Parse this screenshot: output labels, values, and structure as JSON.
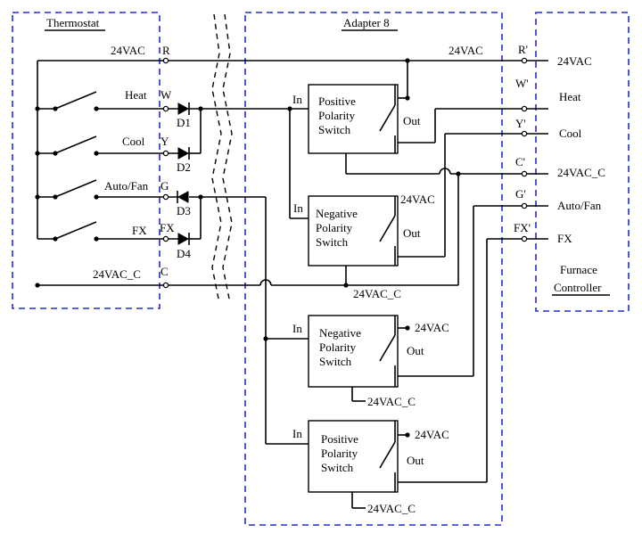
{
  "thermostat": {
    "title": "Thermostat",
    "terminals": {
      "r": "R",
      "w": "W",
      "y": "Y",
      "g": "G",
      "fx": "FX",
      "c": "C"
    },
    "wire_labels": {
      "r": "24VAC",
      "heat": "Heat",
      "cool": "Cool",
      "fan": "Auto/Fan",
      "fx": "FX",
      "c": "24VAC_C"
    },
    "diodes": [
      "D1",
      "D2",
      "D3",
      "D4"
    ]
  },
  "adapter": {
    "title": "Adapter 8",
    "top_label": "24VAC",
    "switches": [
      {
        "line1": "Positive",
        "line2": "Polarity",
        "line3": "Switch",
        "in": "In",
        "out": "Out",
        "supply": "",
        "common": ""
      },
      {
        "line1": "Negative",
        "line2": "Polarity",
        "line3": "Switch",
        "in": "In",
        "out": "Out",
        "supply": "24VAC",
        "common": "24VAC_C"
      },
      {
        "line1": "Negative",
        "line2": "Polarity",
        "line3": "Switch",
        "in": "In",
        "out": "Out",
        "supply": "24VAC",
        "common": "24VAC_C"
      },
      {
        "line1": "Positive",
        "line2": "Polarity",
        "line3": "Switch",
        "in": "In",
        "out": "Out",
        "supply": "24VAC",
        "common": "24VAC_C"
      }
    ],
    "terminals": {
      "r": "R'",
      "w": "W'",
      "y": "Y'",
      "c": "C'",
      "g": "G'",
      "fx": "FX'"
    }
  },
  "furnace": {
    "title_line1": "Furnace",
    "title_line2": "Controller",
    "labels": {
      "r": "24VAC",
      "heat": "Heat",
      "cool": "Cool",
      "c": "24VAC_C",
      "fan": "Auto/Fan",
      "fx": "FX"
    }
  },
  "colors": {
    "boundary": "#1f2fd0",
    "wire": "#000000"
  }
}
